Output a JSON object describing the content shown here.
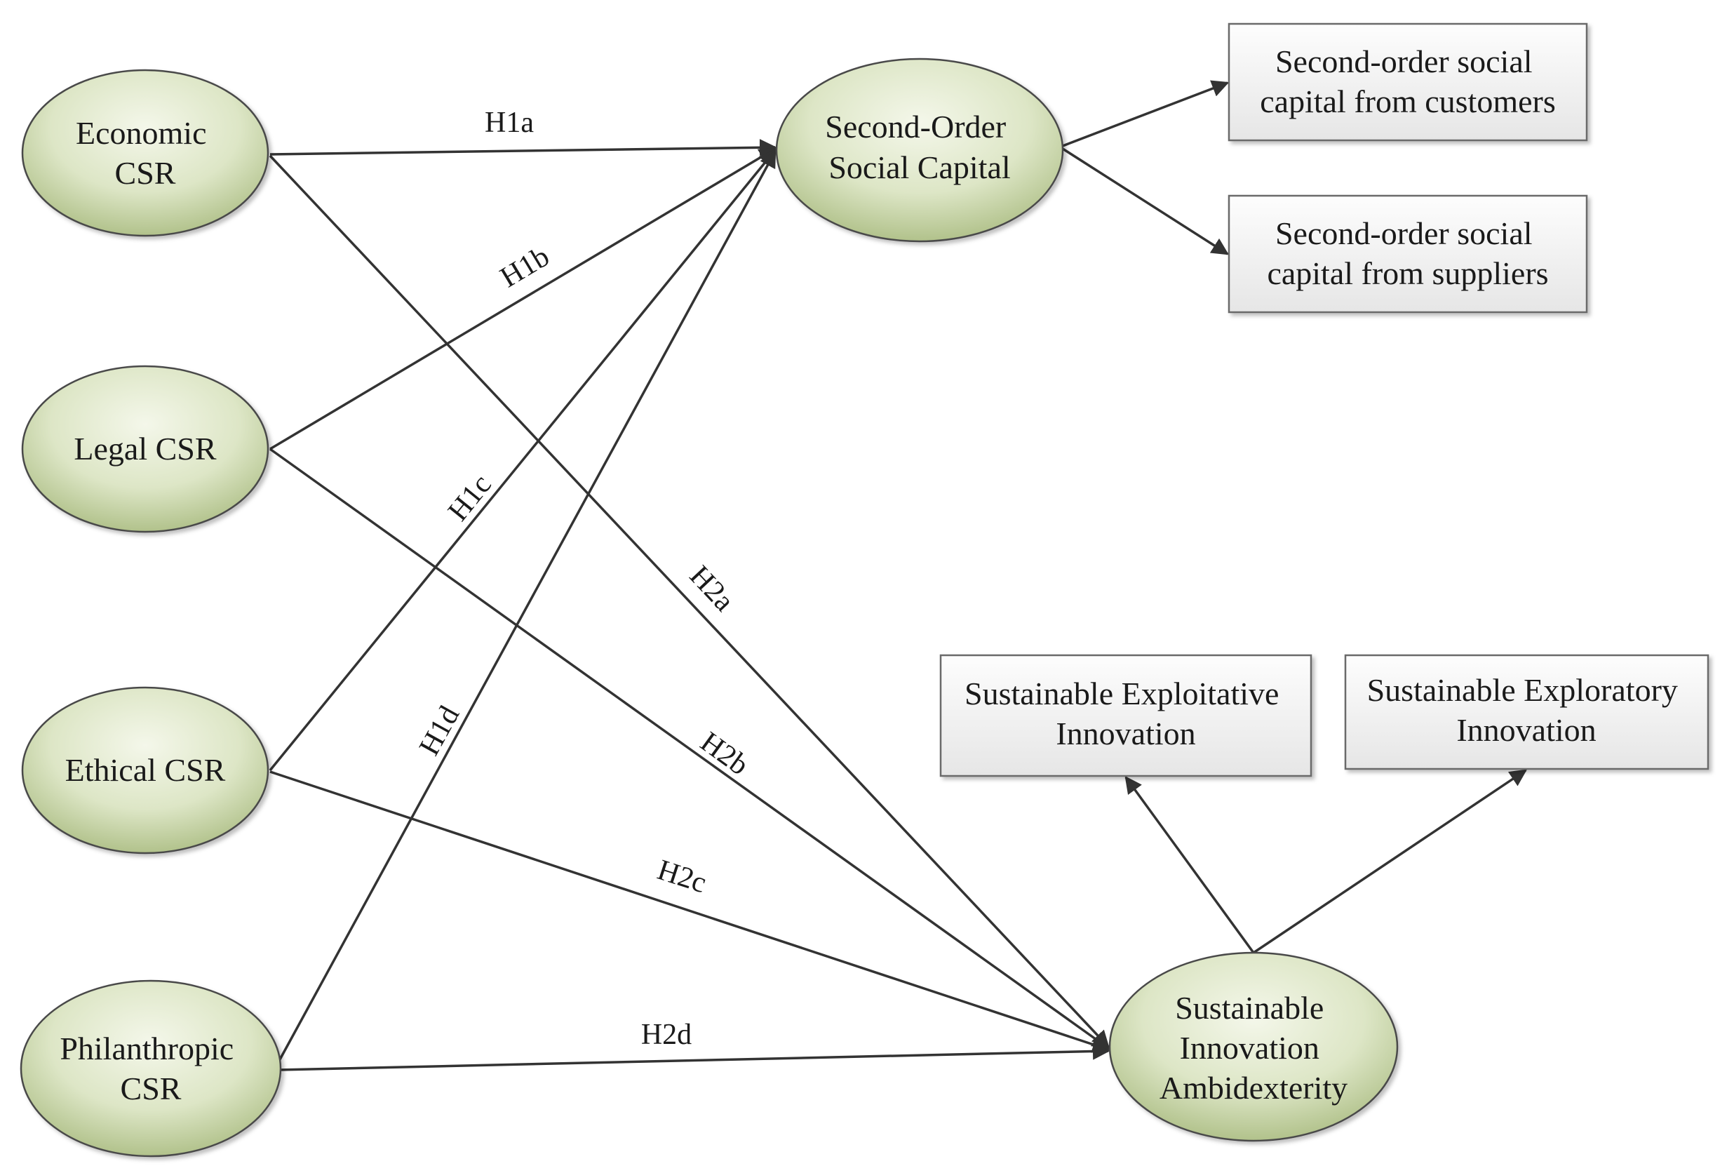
{
  "nodes": {
    "economic_csr": [
      "Economic",
      "CSR"
    ],
    "legal_csr": [
      "Legal CSR"
    ],
    "ethical_csr": [
      "Ethical CSR"
    ],
    "philanthropic_csr": [
      "Philanthropic",
      "CSR"
    ],
    "social_capital": [
      "Second-Order",
      "Social Capital"
    ],
    "ambidexterity": [
      "Sustainable",
      "Innovation",
      "Ambidexterity"
    ]
  },
  "boxes": {
    "customers": [
      "Second-order social",
      "capital from customers"
    ],
    "suppliers": [
      "Second-order social",
      "capital from suppliers"
    ],
    "exploitative": [
      "Sustainable Exploitative",
      "Innovation"
    ],
    "exploratory": [
      "Sustainable Exploratory",
      "Innovation"
    ]
  },
  "hypotheses": {
    "h1a": "H1a",
    "h1b": "H1b",
    "h1c": "H1c",
    "h1d": "H1d",
    "h2a": "H2a",
    "h2b": "H2b",
    "h2c": "H2c",
    "h2d": "H2d"
  },
  "colors": {
    "ellipse_light": "#f4f7ea",
    "ellipse_dark": "#b3c38c",
    "ellipse_stroke": "#4a4a4a",
    "box_fill_top": "#fbfbfb",
    "box_fill_bottom": "#e9e9e9",
    "line": "#333333"
  }
}
